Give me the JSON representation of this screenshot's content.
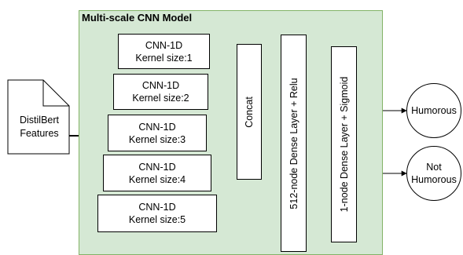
{
  "frame_title": "Multi-scale CNN Model",
  "input": {
    "line1": "DistilBert",
    "line2": "Features"
  },
  "cnn_blocks": [
    {
      "line1": "CNN-1D",
      "line2": "Kernel size:1"
    },
    {
      "line1": "CNN-1D",
      "line2": "Kernel size:2"
    },
    {
      "line1": "CNN-1D",
      "line2": "Kernel size:3"
    },
    {
      "line1": "CNN-1D",
      "line2": "Kernel size:4"
    },
    {
      "line1": "CNN-1D",
      "line2": "Kernel size:5"
    }
  ],
  "concat": "Concat",
  "dense1": "512-node Dense Layer + Relu",
  "dense2": "1-node Dense Layer + Sigmoid",
  "outputs": [
    {
      "line1": "Humorous",
      "line2": ""
    },
    {
      "line1": "Not",
      "line2": "Humorous"
    }
  ],
  "colors": {
    "frame_fill": "#d5e8d4",
    "frame_border": "#82b366",
    "line": "#000000"
  }
}
